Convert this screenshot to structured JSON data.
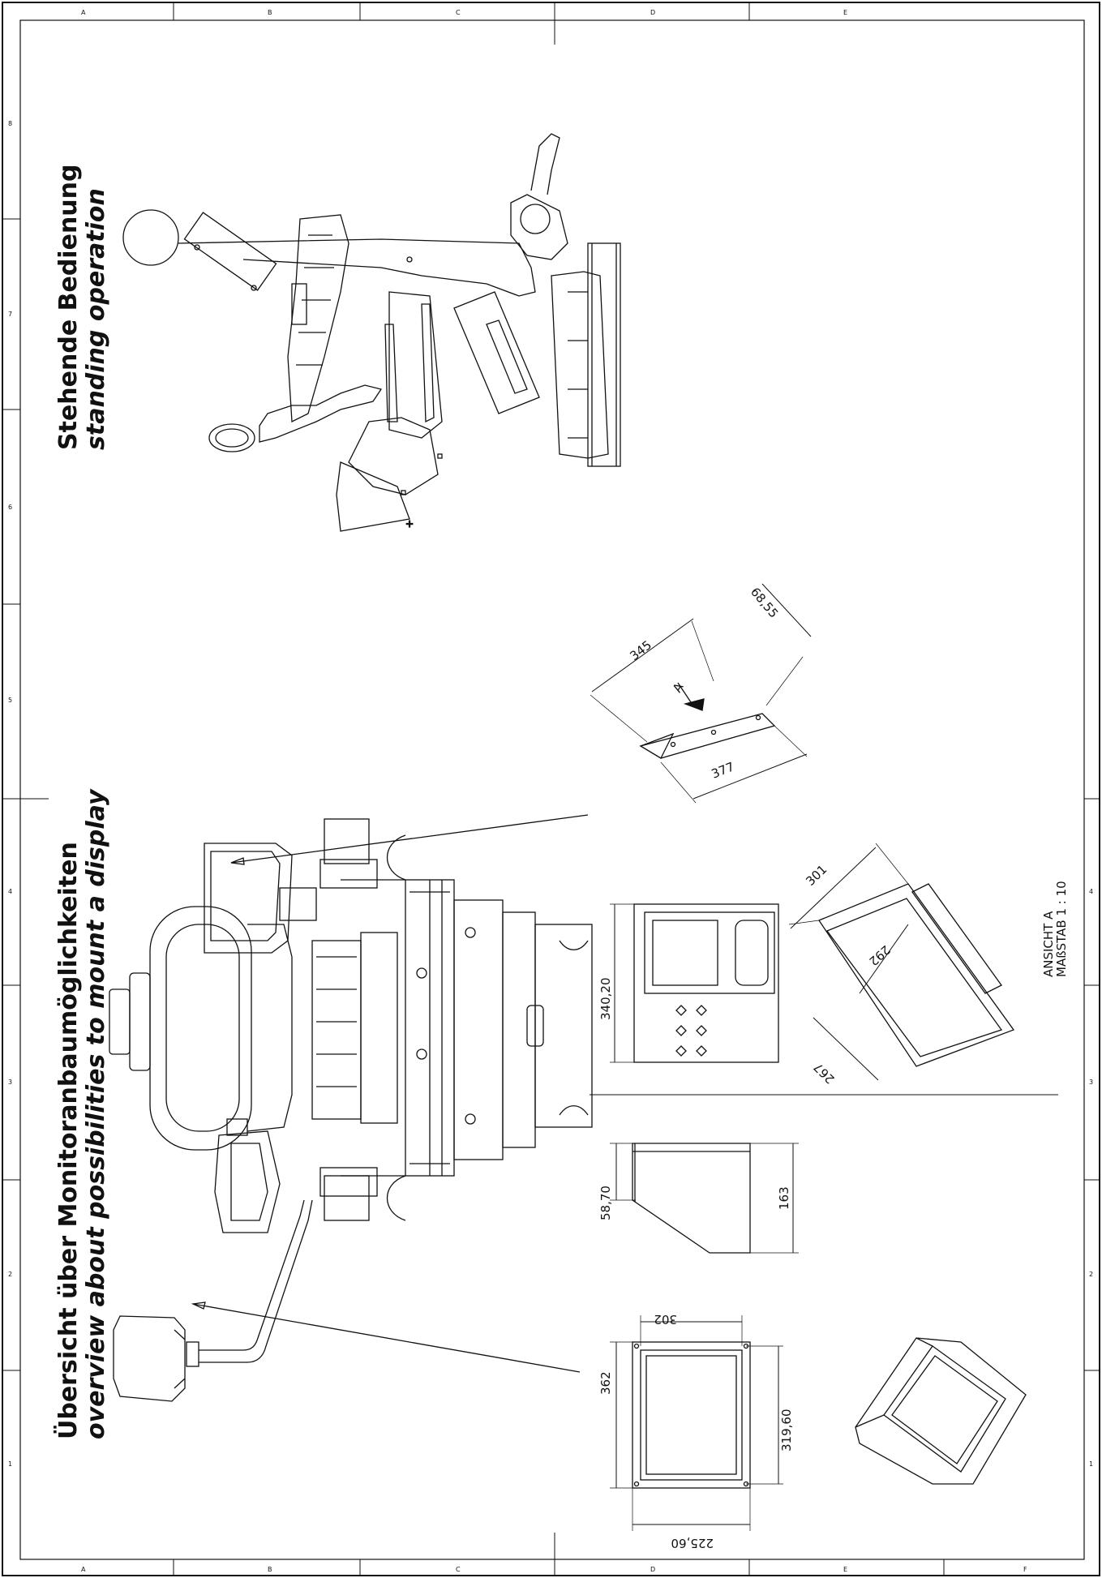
{
  "titles": {
    "overview_de": "Übersicht über Monitoranbaumöglichkeiten",
    "overview_en": "overview about possibilities to mount a display",
    "standing_de": "Stehende Bedienung",
    "standing_en": "standing operation"
  },
  "dimensions": {
    "d_345": "345",
    "d_377": "377",
    "d_68_55": "68,55",
    "view_label": "A",
    "d_340_20": "340,20",
    "d_301": "301",
    "d_292": "292",
    "d_267": "267",
    "d_58_70": "58,70",
    "d_163": "163",
    "d_302": "302",
    "d_362": "362",
    "d_319_60": "319,60",
    "d_225_60": "225,60"
  },
  "view_note": {
    "line1": "ANSICHT A",
    "line2": "MAßSTAB 1 : 10"
  },
  "frame": {
    "top_letters": [
      "A",
      "B",
      "C",
      "D",
      "E"
    ],
    "bottom_letters": [
      "A",
      "B",
      "C",
      "D",
      "E",
      "F"
    ],
    "left_numbers": [
      "8",
      "7",
      "6",
      "5",
      "4",
      "3",
      "2",
      "1"
    ],
    "right_numbers": [
      "4",
      "3",
      "2",
      "1"
    ]
  }
}
